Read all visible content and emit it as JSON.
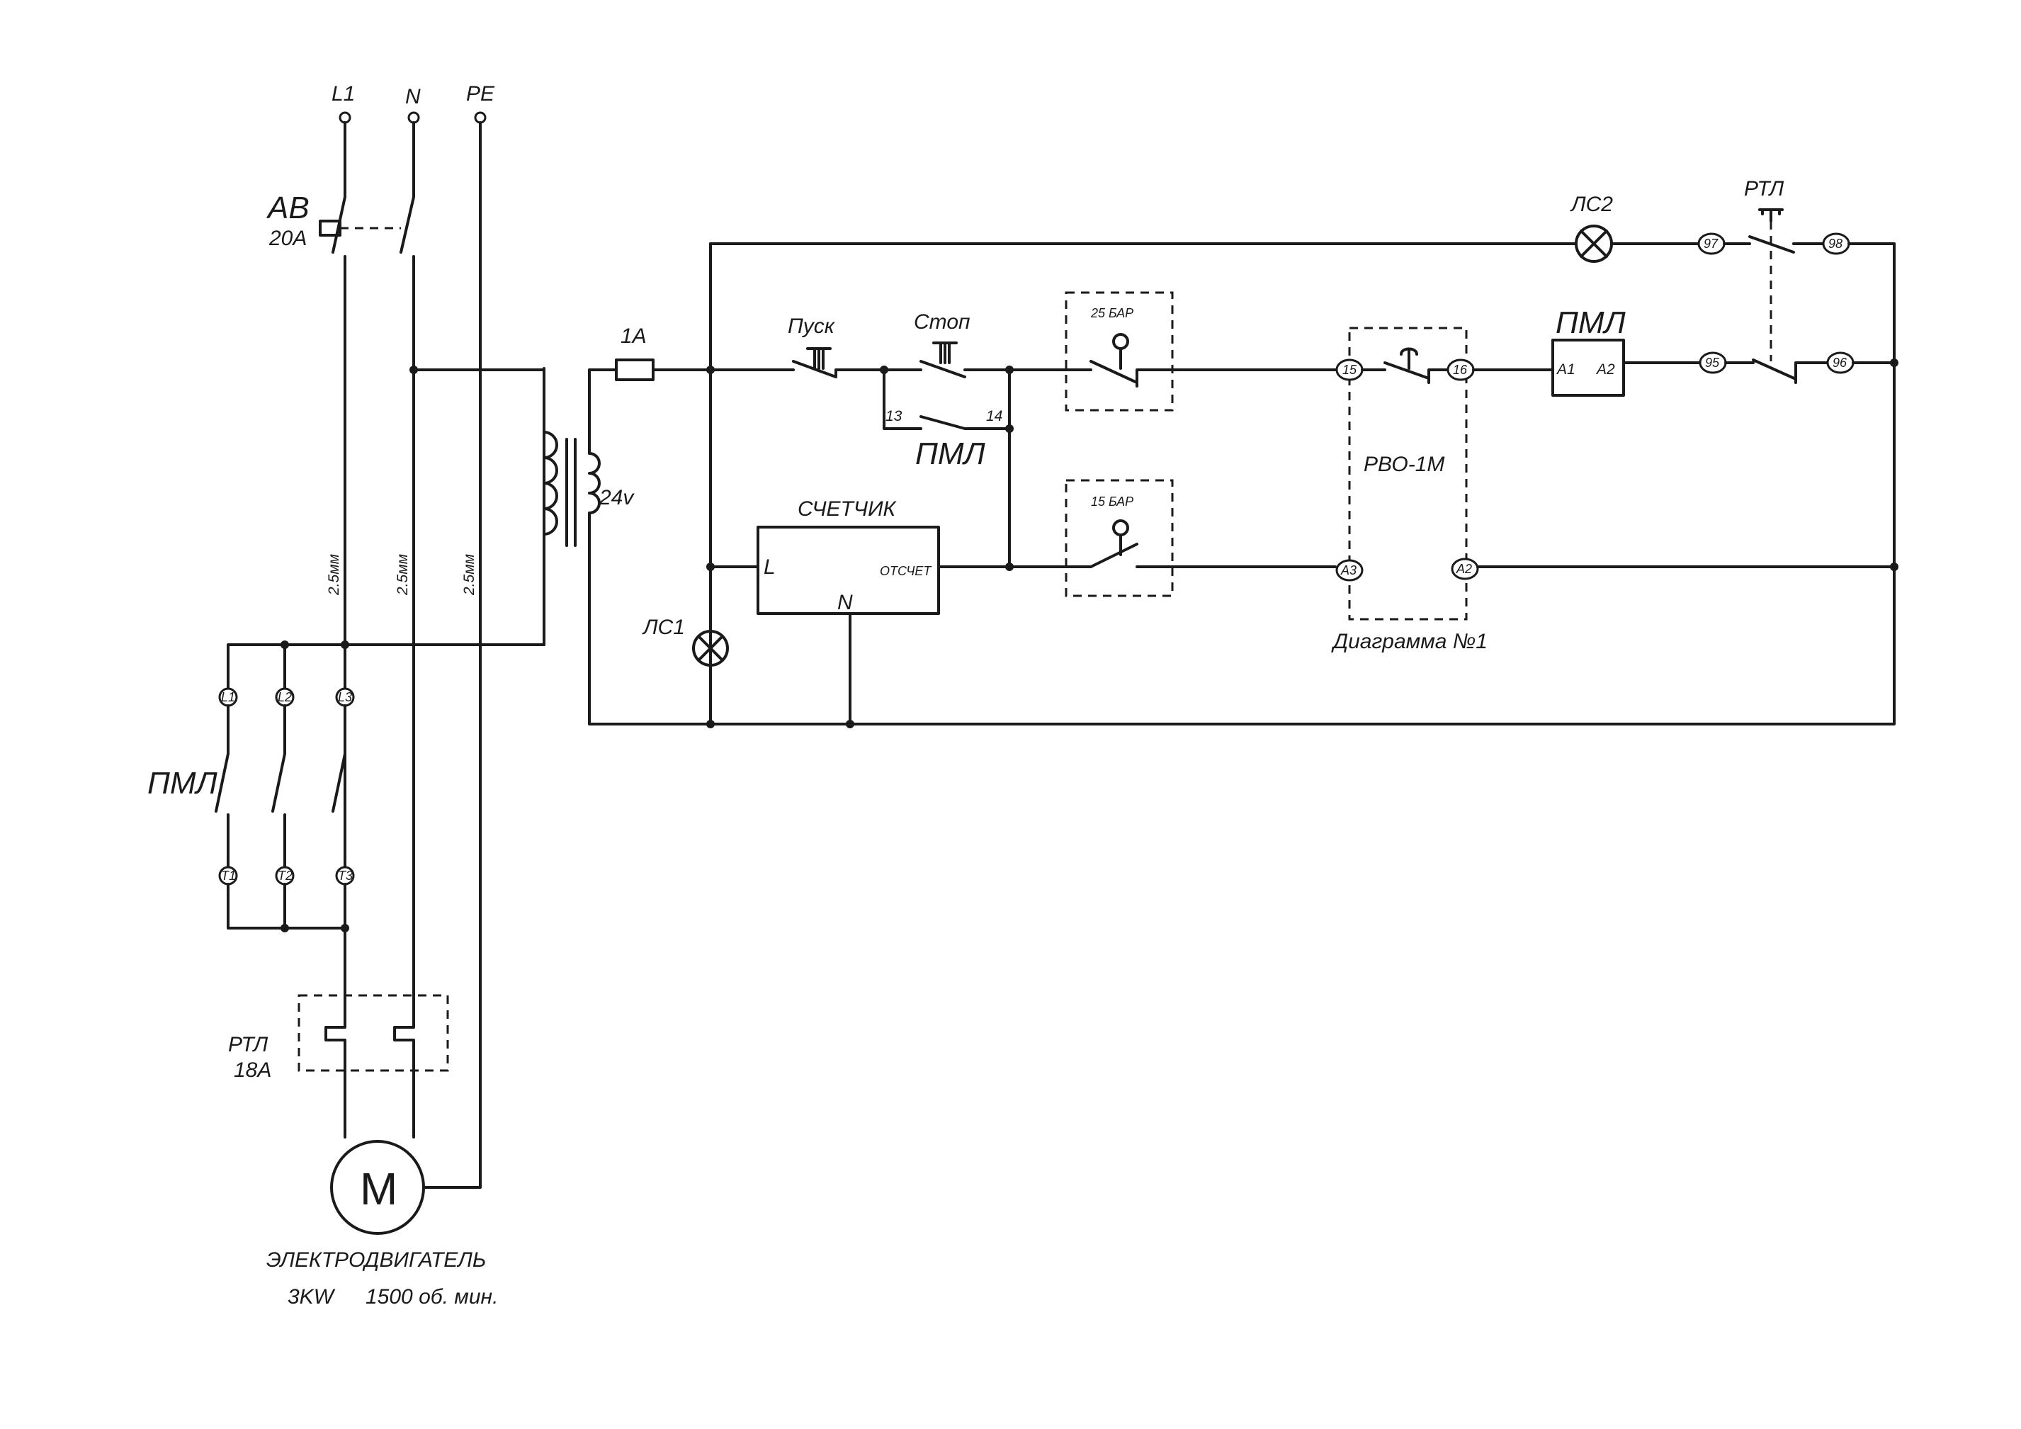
{
  "power": {
    "l1": "L1",
    "n": "N",
    "pe": "PE",
    "breaker_name": "АВ",
    "breaker_rating": "20А",
    "wire_l1": "2.5мм",
    "wire_n": "2.5мм",
    "wire_pe": "2.5мм",
    "transformer_voltage": "24v",
    "contactor": "ПМЛ",
    "terminals_in": [
      "L1",
      "L2",
      "L3"
    ],
    "terminals_out": [
      "T1",
      "T2",
      "T3"
    ],
    "overload_name": "РТЛ",
    "overload_rating": "18А",
    "motor_symbol": "M",
    "motor_name": "ЭЛЕКТРОДВИГАТЕЛЬ",
    "motor_power": "3KW",
    "motor_speed": "1500 об. мин."
  },
  "control": {
    "fuse": "1А",
    "start_button": "Пуск",
    "stop_button": "Стоп",
    "aux_contact_13": "13",
    "aux_contact_14": "14",
    "aux_contactor": "ПМЛ",
    "counter": "СЧЕТЧИК",
    "counter_l": "L",
    "counter_n": "N",
    "counter_output": "ОТСЧЕТ",
    "lamp1": "ЛС1",
    "lamp2": "ЛС2",
    "pressure_high": "25 БАР",
    "pressure_low": "15 БАР",
    "relay_name": "РВО-1М",
    "relay_t15": "15",
    "relay_t16": "16",
    "relay_a3": "А3",
    "relay_a2": "А2",
    "diagram_caption": "Диаграмма №1",
    "coil_name": "ПМЛ",
    "coil_a1": "А1",
    "coil_a2": "А2",
    "overload_name": "РТЛ",
    "overload_t95": "95",
    "overload_t96": "96",
    "overload_t97": "97",
    "overload_t98": "98"
  }
}
